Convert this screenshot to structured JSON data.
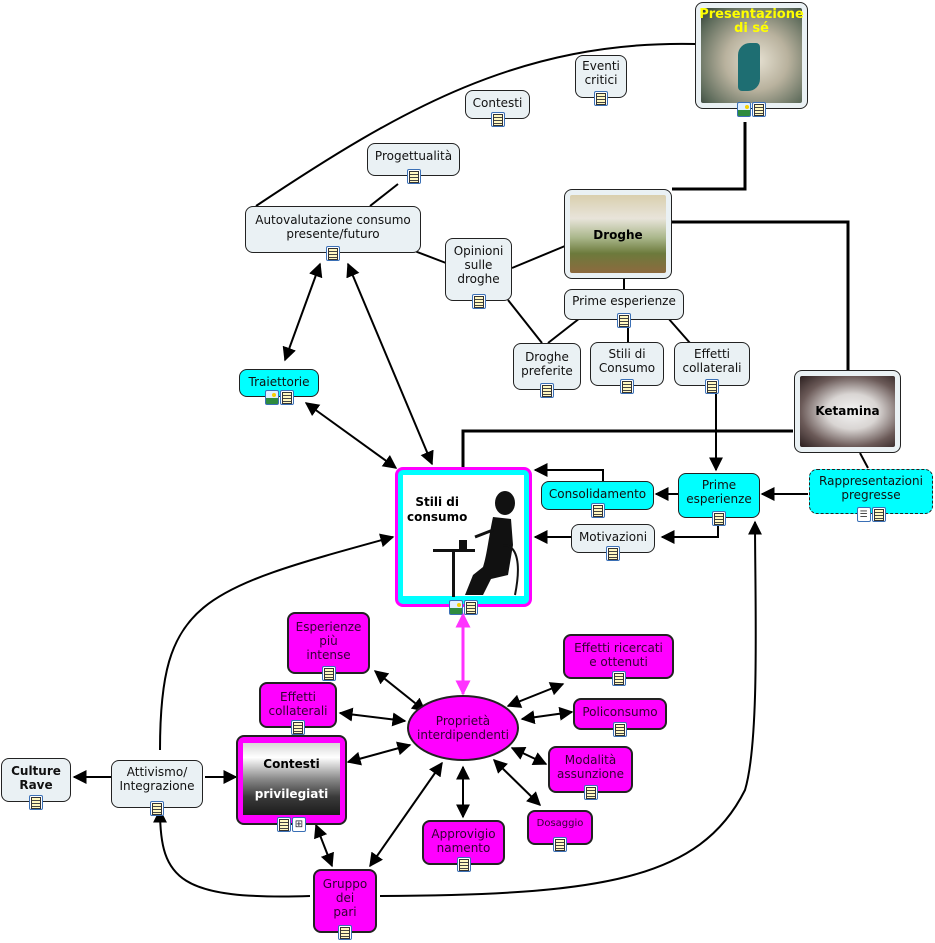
{
  "diagram": {
    "type": "concept-map",
    "colors": {
      "gray_node": "#eaf1f4",
      "cyan_node": "#00ffff",
      "magenta_node": "#ff00ff",
      "edge": "#000000",
      "magenta_edge": "#ff33ff",
      "title_yellow": "#ffff00"
    }
  },
  "nodes": {
    "presentazione": {
      "label": "Presentazione\ndi sé",
      "icons": [
        "image-icon",
        "document-icon"
      ]
    },
    "eventi_critici": {
      "label": "Eventi\ncritici",
      "icons": [
        "document-icon"
      ]
    },
    "contesti_top": {
      "label": "Contesti",
      "icons": [
        "document-icon"
      ]
    },
    "progettualita": {
      "label": "Progettualità",
      "icons": [
        "document-icon"
      ]
    },
    "autovalutazione": {
      "label": "Autovalutazione consumo\npresente/futuro",
      "icons": [
        "document-icon"
      ]
    },
    "droghe": {
      "label": "Droghe"
    },
    "opinioni": {
      "label": "Opinioni\nsulle\ndroghe",
      "icons": [
        "document-icon"
      ]
    },
    "prime_esp_gray": {
      "label": "Prime esperienze",
      "icons": [
        "document-icon"
      ]
    },
    "droghe_preferite": {
      "label": "Droghe\npreferite",
      "icons": [
        "document-icon"
      ]
    },
    "stili_di_consumo_small": {
      "label": "Stili di\nConsumo",
      "icons": [
        "document-icon"
      ]
    },
    "effetti_collaterali_top": {
      "label": "Effetti\ncollaterali",
      "icons": [
        "document-icon"
      ]
    },
    "ketamina": {
      "label": "Ketamina"
    },
    "traiettorie": {
      "label": "Traiettorie",
      "icons": [
        "image-icon",
        "document-icon"
      ]
    },
    "stili_di_consumo": {
      "label": "Stili di\nconsumo",
      "icons": [
        "image-icon",
        "document-icon"
      ]
    },
    "consolidamento": {
      "label": "Consolidamento",
      "icons": [
        "document-icon"
      ]
    },
    "prime_esp_cyan": {
      "label": "Prime\nesperienze",
      "icons": [
        "document-icon"
      ]
    },
    "rappresentazioni": {
      "label": "Rappresentazioni\npregresse",
      "icons": [
        "list-icon",
        "document-icon"
      ]
    },
    "motivazioni": {
      "label": "Motivazioni",
      "icons": [
        "document-icon"
      ]
    },
    "esperienze_intense": {
      "label": "Esperienze\npiù\nintense",
      "icons": [
        "document-icon"
      ]
    },
    "effetti_collaterali": {
      "label": "Effetti\ncollaterali",
      "icons": [
        "document-icon"
      ]
    },
    "contesti_privilegiati": {
      "label_1": "Contesti",
      "label_2": "privilegiati",
      "icons": [
        "document-icon",
        "concept-map-icon"
      ]
    },
    "proprieta": {
      "label": "Proprietà\ninterdipendenti"
    },
    "effetti_ricercati": {
      "label": "Effetti ricercati\ne ottenuti",
      "icons": [
        "document-icon"
      ]
    },
    "policonsumo": {
      "label": "Policonsumo",
      "icons": [
        "document-icon"
      ]
    },
    "modalita": {
      "label": "Modalità\nassunzione",
      "icons": [
        "document-icon"
      ]
    },
    "dosaggio": {
      "label": "Dosaggio",
      "icons": [
        "document-icon"
      ]
    },
    "approvigionamento": {
      "label": "Approvigio\nnamento",
      "icons": [
        "document-icon"
      ]
    },
    "gruppo_pari": {
      "label": "Gruppo\ndei\npari",
      "icons": [
        "document-icon"
      ]
    },
    "attivismo": {
      "label": "Attivismo/\nIntegrazione",
      "icons": [
        "document-icon"
      ]
    },
    "culture_rave": {
      "label": "Culture\nRave",
      "icons": [
        "document-icon"
      ]
    }
  }
}
